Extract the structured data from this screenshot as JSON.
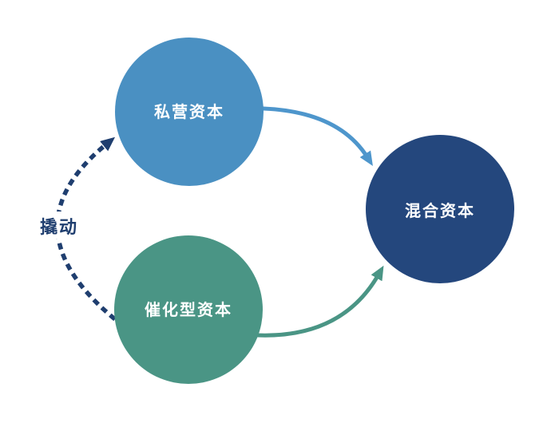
{
  "diagram": {
    "type": "flow-diagram",
    "background": "#FFFFFF",
    "nodes": [
      {
        "id": "private-capital",
        "label": "私营资本",
        "shape": "circle",
        "fill": "#4A90C2",
        "text_color": "#FFFFFF"
      },
      {
        "id": "catalytic-capital",
        "label": "催化型资本",
        "shape": "circle",
        "fill": "#4A9585",
        "text_color": "#FFFFFF"
      },
      {
        "id": "blended-capital",
        "label": "混合资本",
        "shape": "circle",
        "fill": "#24477D",
        "text_color": "#FFFFFF"
      }
    ],
    "edges": [
      {
        "from": "private-capital",
        "to": "blended-capital",
        "style": "solid",
        "color": "#4E96CC"
      },
      {
        "from": "catalytic-capital",
        "to": "blended-capital",
        "style": "solid",
        "color": "#4A9585"
      },
      {
        "from": "catalytic-capital",
        "to": "private-capital",
        "style": "dashed",
        "color": "#1F3E6F",
        "label": "撬动"
      }
    ]
  }
}
